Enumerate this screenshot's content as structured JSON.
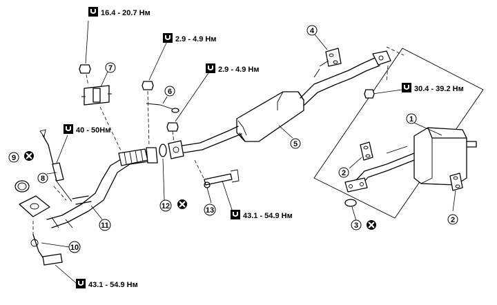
{
  "torque_specs": [
    {
      "value": "16.4 - 20.7 Нм"
    },
    {
      "value": "2.9 - 4.9 Нм"
    },
    {
      "value": "2.9 - 4.9 Нм"
    },
    {
      "value": "40 - 50Нм"
    },
    {
      "value": "30.4 - 39.2 Нм"
    },
    {
      "value": "43.1 - 54.9 Нм"
    },
    {
      "value": "43.1 - 54.9 Нм"
    }
  ],
  "callouts": [
    "1",
    "2",
    "2",
    "3",
    "4",
    "5",
    "6",
    "7",
    "8",
    "9",
    "10",
    "11",
    "12",
    "13"
  ],
  "icons": {
    "torque": "torque-wrench-icon",
    "replace": "do-not-reuse-icon"
  },
  "colors": {
    "line": "#000000",
    "background": "#ffffff"
  }
}
